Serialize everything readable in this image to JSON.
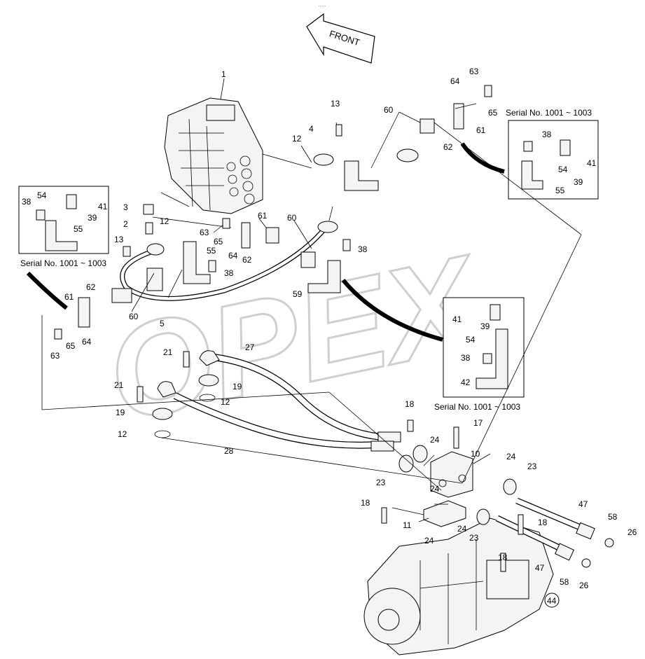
{
  "watermark": "OPEX",
  "front_label": "FRONT",
  "small_mark": "∙∙ ∙∙∙",
  "serial_note": "Serial No. 1001 ~ 1003",
  "callouts": {
    "c1": "1",
    "c2": "2",
    "c3": "3",
    "c4": "4",
    "c5": "5",
    "c10": "10",
    "c11": "11",
    "c12a": "12",
    "c12b": "12",
    "c12c": "12",
    "c12d": "12",
    "c13a": "13",
    "c13b": "13",
    "c17": "17",
    "c18a": "18",
    "c18b": "18",
    "c18c": "18",
    "c18d": "18",
    "c19a": "19",
    "c19b": "19",
    "c21a": "21",
    "c21b": "21",
    "c23a": "23",
    "c23b": "23",
    "c23c": "23",
    "c24a": "24",
    "c24b": "24",
    "c24c": "24",
    "c24d": "24",
    "c24e": "24",
    "c26a": "26",
    "c26b": "26",
    "c27": "27",
    "c28": "28",
    "c38a": "38",
    "c38b": "38",
    "c38c": "38",
    "c38d": "38",
    "c38e": "38",
    "c39a": "39",
    "c39b": "39",
    "c39c": "39",
    "c41a": "41",
    "c41b": "41",
    "c41c": "41",
    "c42": "42",
    "c44": "44",
    "c47a": "47",
    "c47b": "47",
    "c54a": "54",
    "c54b": "54",
    "c54c": "54",
    "c55a": "55",
    "c55b": "55",
    "c55c": "55",
    "c58a": "58",
    "c58b": "58",
    "c59": "59",
    "c60a": "60",
    "c60b": "60",
    "c60c": "60",
    "c61a": "61",
    "c61b": "61",
    "c61c": "61",
    "c62a": "62",
    "c62b": "62",
    "c62c": "62",
    "c63a": "63",
    "c63b": "63",
    "c63c": "63",
    "c64a": "64",
    "c64b": "64",
    "c64c": "64",
    "c65a": "65",
    "c65b": "65",
    "c65c": "65"
  }
}
